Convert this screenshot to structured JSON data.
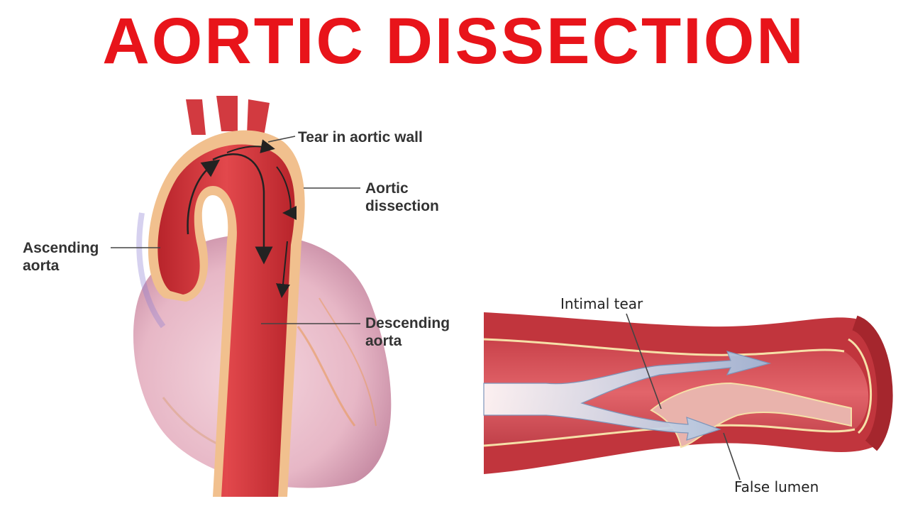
{
  "title": "AORTIC DISSECTION",
  "colors": {
    "title": "#e8141a",
    "artery": "#d9343a",
    "wall": "#f1c08e",
    "heart": "#e7b7c6"
  },
  "heart_diagram": {
    "labels": {
      "tear": "Tear in aortic wall",
      "dissection_1": "Aortic",
      "dissection_2": "dissection",
      "ascending_1": "Ascending",
      "ascending_2": "aorta",
      "descending_1": "Descending",
      "descending_2": "aorta"
    }
  },
  "vessel_diagram": {
    "labels": {
      "intimal_tear": "Intimal tear",
      "false_lumen": "False lumen"
    }
  }
}
